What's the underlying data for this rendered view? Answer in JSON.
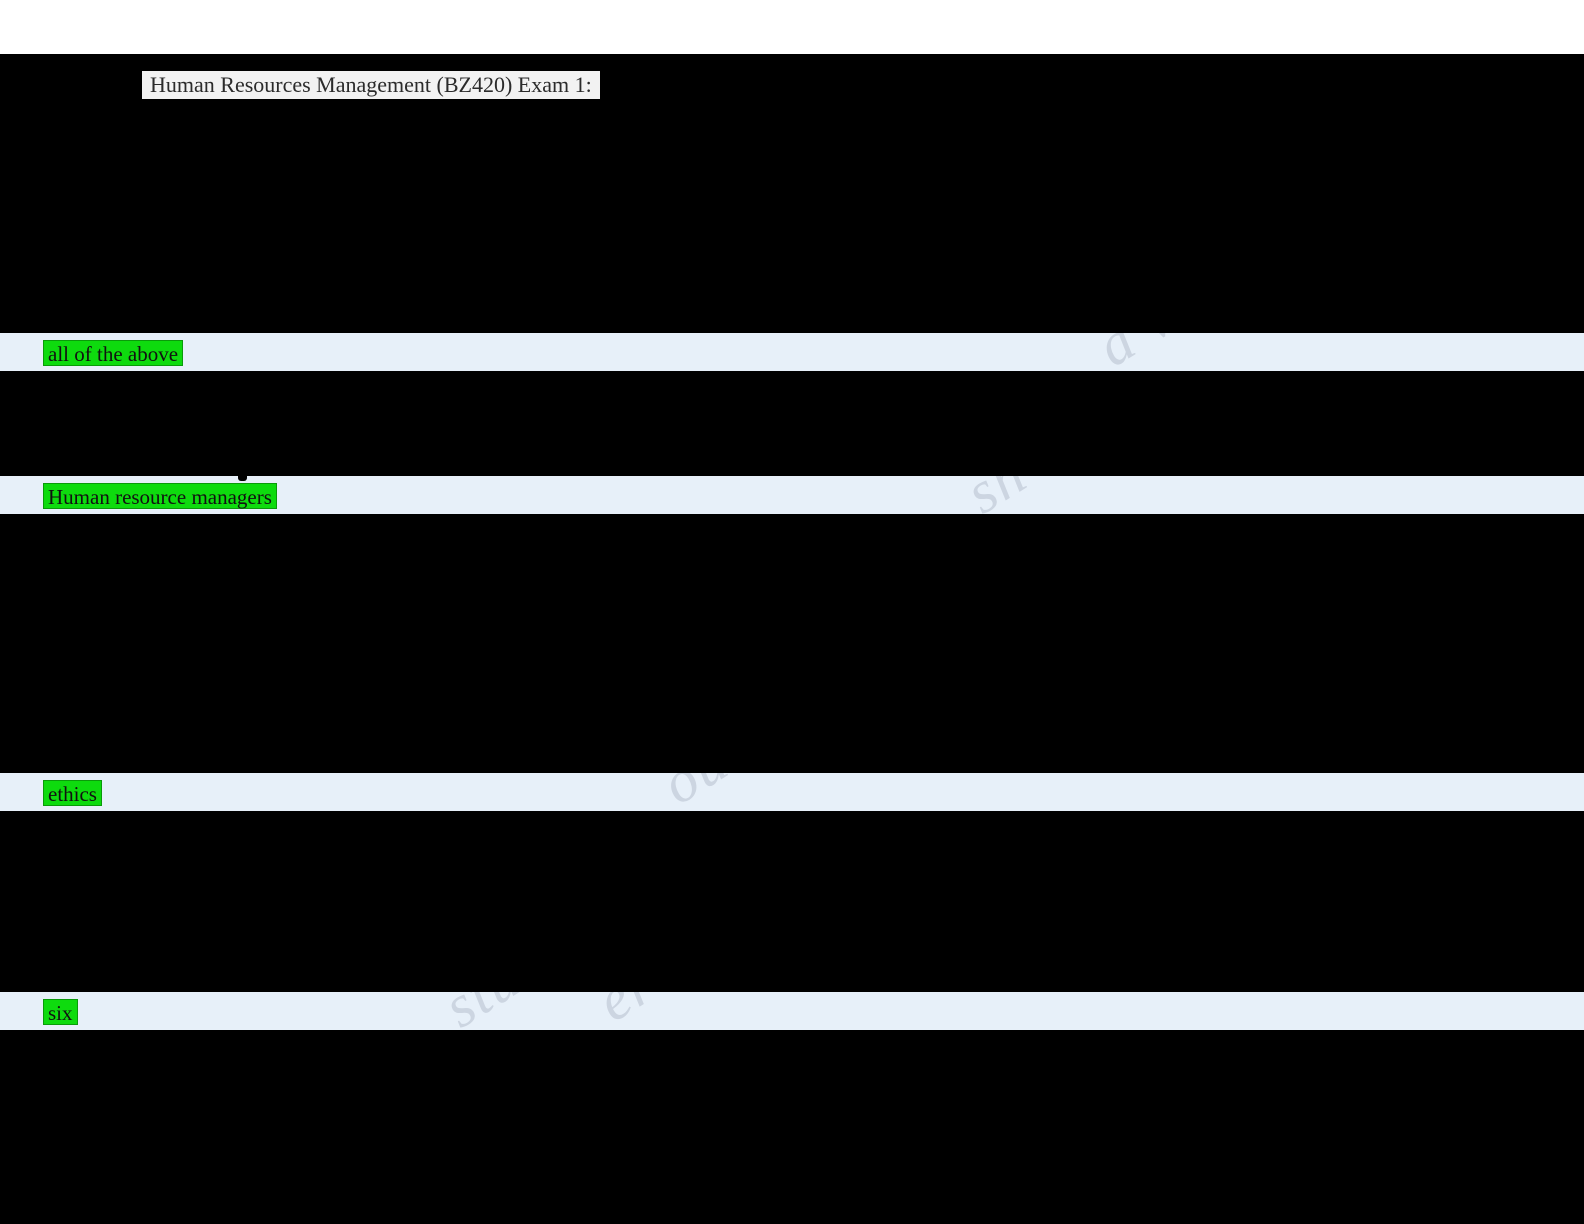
{
  "document": {
    "title": "Human Resources Management (BZ420) Exam 1:",
    "answers": [
      {
        "label": "all of the above"
      },
      {
        "label": "Human resource managers"
      },
      {
        "label": "ethics"
      },
      {
        "label": "six"
      }
    ],
    "watermark_fragments": {
      "band1": "d v",
      "band2": "sh",
      "band3": "ou",
      "band4a": "stu",
      "band4b": "er"
    }
  },
  "colors": {
    "highlight_green": "#0edb0e",
    "band_blue": "#e7f0f9",
    "title_background": "#f2f2f2",
    "redaction_black": "#000000",
    "watermark_gray": "#ccd5e1"
  }
}
